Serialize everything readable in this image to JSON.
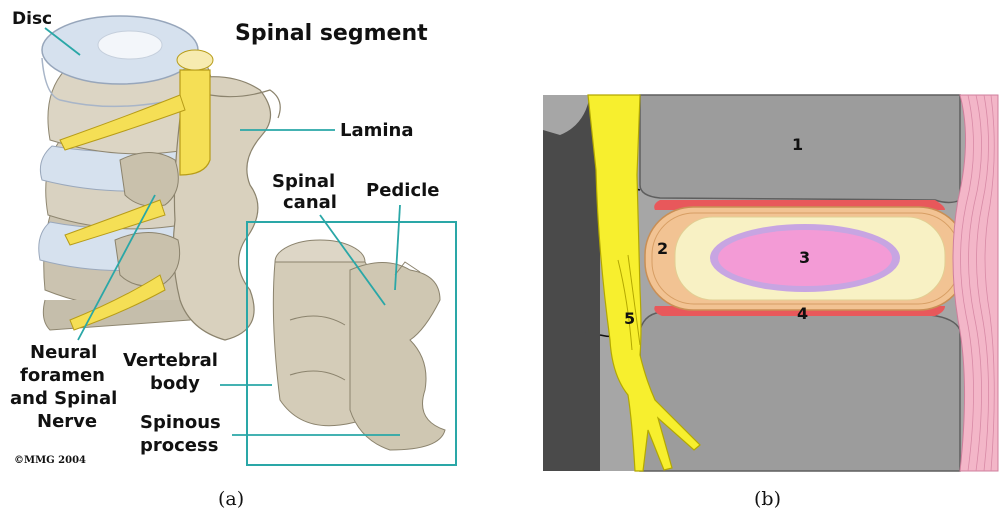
{
  "panel_a": {
    "title": "Spinal segment",
    "labels": {
      "disc": "Disc",
      "lamina": "Lamina",
      "spinal_canal_1": "Spinal",
      "spinal_canal_2": "canal",
      "pedicle": "Pedicle",
      "neural_1": "Neural",
      "neural_2": "foramen",
      "neural_3": "and Spinal",
      "neural_4": "Nerve",
      "vertebral_1": "Vertebral",
      "vertebral_2": "body",
      "spinous_1": "Spinous",
      "spinous_2": "process"
    },
    "copyright": "©MMG 2004",
    "caption": "(a)"
  },
  "panel_b": {
    "labels": {
      "l1": "1",
      "l2": "2",
      "l3": "3",
      "l4": "4",
      "l5": "5"
    },
    "caption": "(b)"
  },
  "colors": {
    "bone": "#ddd6c6",
    "bone_shadow": "#b2a994",
    "disc": "#d6e1ee",
    "nerve": "#f5df55",
    "leader": "#2aa7a7",
    "vertebra_gray": "#9c9c9c",
    "dark_gray": "#444444",
    "annulus": "#f2c393",
    "inner_disc": "#f8f1c4",
    "nucleus": "#f39bd6",
    "endplate": "#e8585b",
    "ligament": "#f3b6c8",
    "yellow_nerve": "#f7ef2e"
  }
}
